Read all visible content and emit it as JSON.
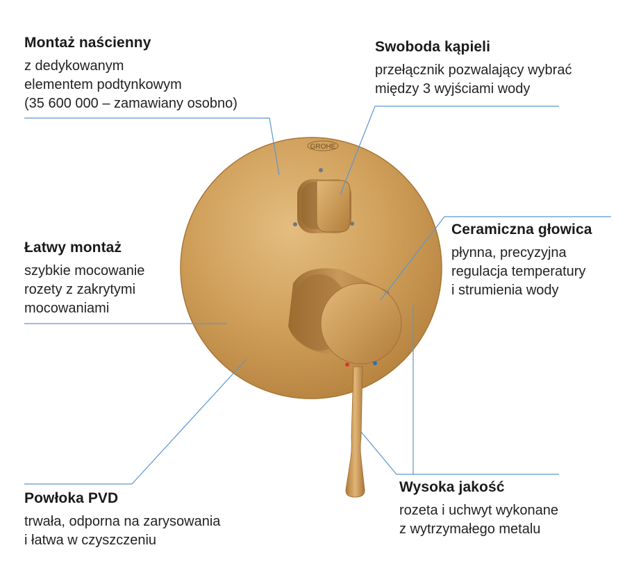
{
  "brand": "GROHE",
  "colors": {
    "accent_line": "#5a96cf",
    "finish": "#c99a52",
    "hot": "#d23c2a",
    "cold": "#2a6fc0"
  },
  "features": {
    "wall_mount": {
      "title": "Montaż naścienny",
      "body": "z dedykowanym\nelementem podtynkowym\n(35 600 000 – zamawiany osobno)"
    },
    "bath_freedom": {
      "title": "Swoboda kąpieli",
      "body": "przełącznik pozwalający wybrać\nmiędzy 3 wyjściami wody"
    },
    "ceramic_cartridge": {
      "title": "Ceramiczna głowica",
      "body": "płynna, precyzyjna\nregulacja temperatury\ni strumienia wody"
    },
    "easy_install": {
      "title": "Łatwy montaż",
      "body": "szybkie mocowanie\nrozety z zakrytymi\nmocowaniami"
    },
    "pvd_coating": {
      "title": "Powłoka PVD",
      "body": "trwała, odporna na zarysowania\ni łatwa w czyszczeniu"
    },
    "high_quality": {
      "title": "Wysoka jakość",
      "body": "rozeta i uchwyt wykonane\nz wytrzymałego metalu"
    }
  }
}
